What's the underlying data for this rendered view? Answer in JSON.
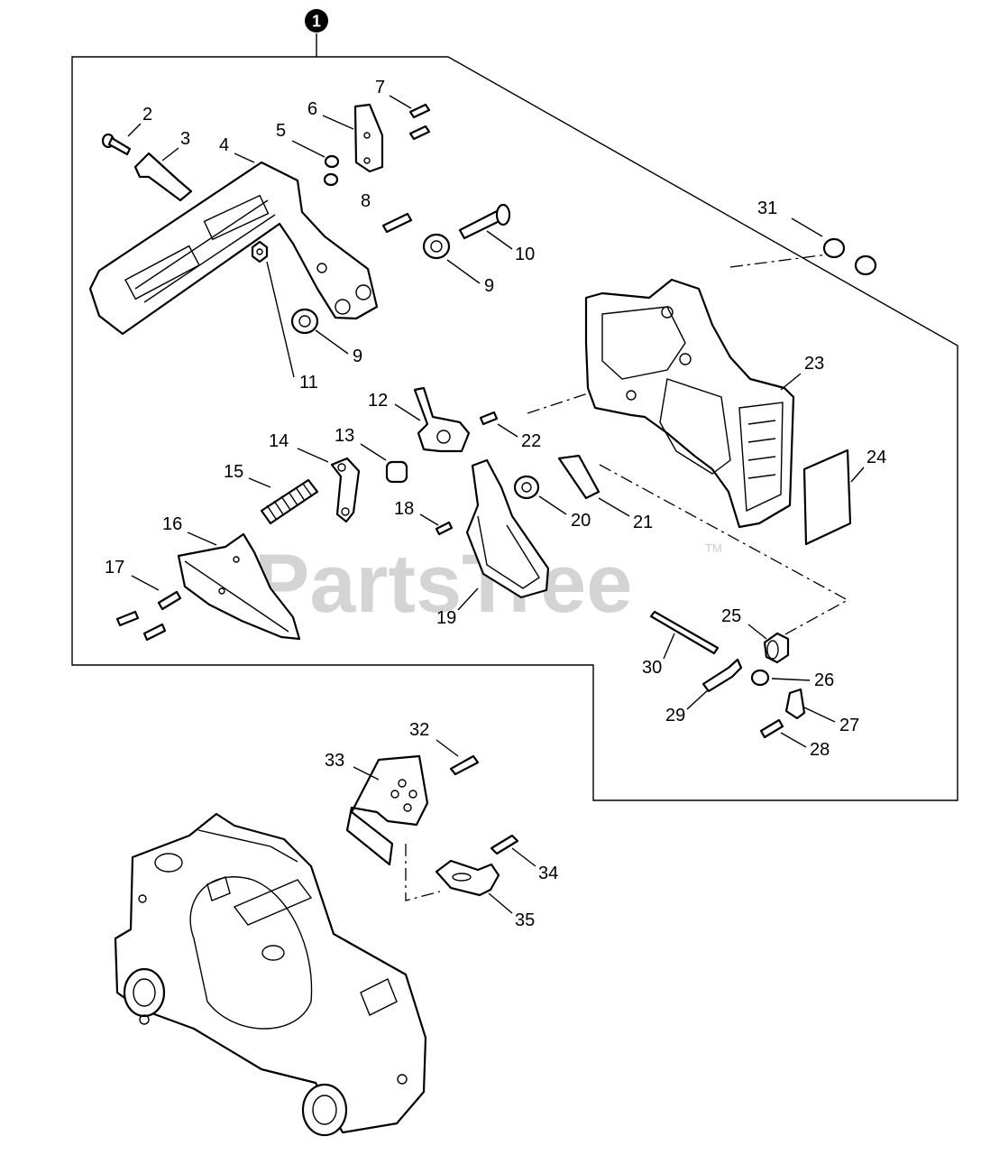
{
  "header": {
    "assembly_badge": "1"
  },
  "watermark": {
    "text": "PartsTree",
    "trademark": "TM"
  },
  "callouts": [
    {
      "id": "2"
    },
    {
      "id": "3"
    },
    {
      "id": "4"
    },
    {
      "id": "5"
    },
    {
      "id": "6"
    },
    {
      "id": "7"
    },
    {
      "id": "8"
    },
    {
      "id": "9"
    },
    {
      "id": "10"
    },
    {
      "id": "9"
    },
    {
      "id": "11"
    },
    {
      "id": "12"
    },
    {
      "id": "13"
    },
    {
      "id": "14"
    },
    {
      "id": "15"
    },
    {
      "id": "16"
    },
    {
      "id": "17"
    },
    {
      "id": "18"
    },
    {
      "id": "19"
    },
    {
      "id": "20"
    },
    {
      "id": "21"
    },
    {
      "id": "22"
    },
    {
      "id": "23"
    },
    {
      "id": "24"
    },
    {
      "id": "25"
    },
    {
      "id": "26"
    },
    {
      "id": "27"
    },
    {
      "id": "28"
    },
    {
      "id": "29"
    },
    {
      "id": "30"
    },
    {
      "id": "31"
    },
    {
      "id": "32"
    },
    {
      "id": "33"
    },
    {
      "id": "34"
    },
    {
      "id": "35"
    }
  ]
}
